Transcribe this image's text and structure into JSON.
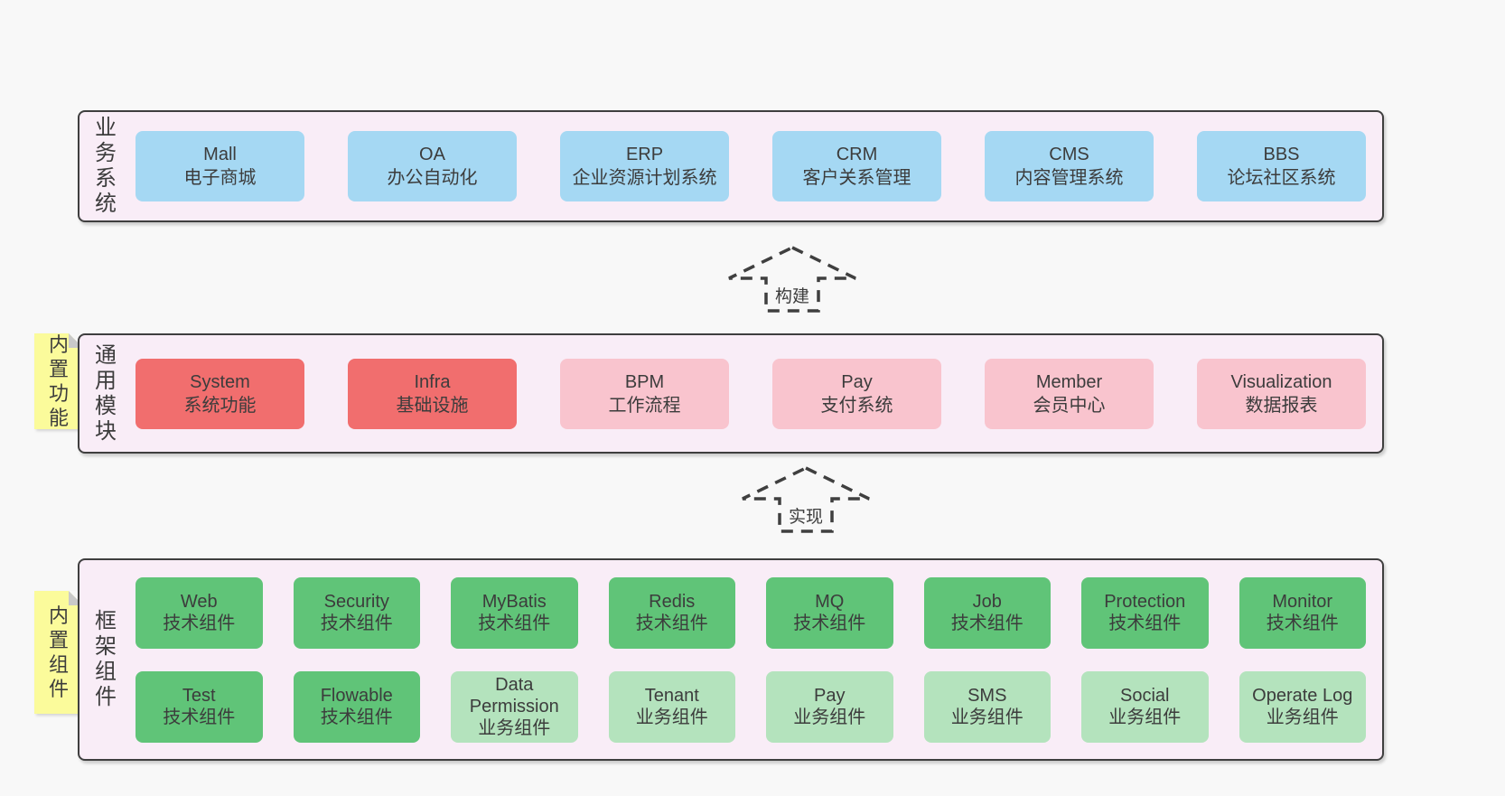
{
  "palette": {
    "page": "#f8f8f8",
    "panel": "#f9edf7",
    "line": "#3f3f3f",
    "text": "#3c3c3c",
    "blue": "#a5d8f3",
    "red": "#f16e6e",
    "pink": "#f9c4ce",
    "green": "#60c478",
    "lightgreen": "#b4e3bd",
    "sticky": "#fbfb9b",
    "fold": "#c9c9c9"
  },
  "sections": [
    {
      "id": "business",
      "label": "业务系统",
      "sticky": null,
      "boxes": [
        {
          "name": "Mall",
          "desc": "电子商城",
          "variant": "blue"
        },
        {
          "name": "OA",
          "desc": "办公自动化",
          "variant": "blue"
        },
        {
          "name": "ERP",
          "desc": "企业资源计划系统",
          "variant": "blue"
        },
        {
          "name": "CRM",
          "desc": "客户关系管理",
          "variant": "blue"
        },
        {
          "name": "CMS",
          "desc": "内容管理系统",
          "variant": "blue"
        },
        {
          "name": "BBS",
          "desc": "论坛社区系统",
          "variant": "blue"
        }
      ]
    },
    {
      "id": "modules",
      "label": "通用模块",
      "sticky": "内置功能",
      "boxes": [
        {
          "name": "System",
          "desc": "系统功能",
          "variant": "red"
        },
        {
          "name": "Infra",
          "desc": "基础设施",
          "variant": "red"
        },
        {
          "name": "BPM",
          "desc": "工作流程",
          "variant": "pink"
        },
        {
          "name": "Pay",
          "desc": "支付系统",
          "variant": "pink"
        },
        {
          "name": "Member",
          "desc": "会员中心",
          "variant": "pink"
        },
        {
          "name": "Visualization",
          "desc": "数据报表",
          "variant": "pink"
        }
      ]
    },
    {
      "id": "components",
      "label": "框架组件",
      "sticky": "内置组件",
      "rows": [
        [
          {
            "name": "Web",
            "desc": "技术组件",
            "variant": "green"
          },
          {
            "name": "Security",
            "desc": "技术组件",
            "variant": "green"
          },
          {
            "name": "MyBatis",
            "desc": "技术组件",
            "variant": "green"
          },
          {
            "name": "Redis",
            "desc": "技术组件",
            "variant": "green"
          },
          {
            "name": "MQ",
            "desc": "技术组件",
            "variant": "green"
          },
          {
            "name": "Job",
            "desc": "技术组件",
            "variant": "green"
          },
          {
            "name": "Protection",
            "desc": "技术组件",
            "variant": "green"
          },
          {
            "name": "Monitor",
            "desc": "技术组件",
            "variant": "green"
          }
        ],
        [
          {
            "name": "Test",
            "desc": "技术组件",
            "variant": "green"
          },
          {
            "name": "Flowable",
            "desc": "技术组件",
            "variant": "green"
          },
          {
            "name": "Data Permission",
            "desc": "业务组件",
            "variant": "lightgreen"
          },
          {
            "name": "Tenant",
            "desc": "业务组件",
            "variant": "lightgreen"
          },
          {
            "name": "Pay",
            "desc": "业务组件",
            "variant": "lightgreen"
          },
          {
            "name": "SMS",
            "desc": "业务组件",
            "variant": "lightgreen"
          },
          {
            "name": "Social",
            "desc": "业务组件",
            "variant": "lightgreen"
          },
          {
            "name": "Operate Log",
            "desc": "业务组件",
            "variant": "lightgreen"
          }
        ]
      ]
    }
  ],
  "arrows": [
    {
      "id": "build",
      "label": "构建"
    },
    {
      "id": "implement",
      "label": "实现"
    }
  ]
}
